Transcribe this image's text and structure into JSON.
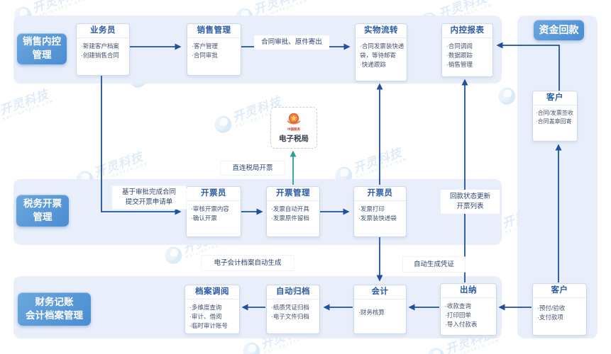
{
  "watermark": {
    "text": "开灵科技",
    "sub": "KAILINGTECH.COM"
  },
  "section_headers": {
    "sales": {
      "line1": "销售内控",
      "line2": "管理"
    },
    "tax": {
      "line1": "税务开票",
      "line2": "管理"
    },
    "finance": {
      "line1": "财务记账",
      "line2": "会计档案管理"
    },
    "funds": {
      "label": "资金回款"
    }
  },
  "boxes": {
    "salesman": {
      "title": "业务员",
      "items": [
        "·新建客户档案",
        "·创建销售合同"
      ]
    },
    "sales_mgmt": {
      "title": "销售管理",
      "items": [
        "·客户管理",
        "·合同审批"
      ]
    },
    "physical_flow": {
      "title": "实物流转",
      "items": [
        "·合同发票装快递袋，等待邮寄",
        "·快递跟踪"
      ]
    },
    "control_report": {
      "title": "内控报表",
      "items": [
        "·合同调阅",
        "·数据跟踪",
        "·销售管理"
      ]
    },
    "customer_upper": {
      "title": "客户",
      "items": [
        "·合同/发票签收",
        "·合同盖章回寄"
      ]
    },
    "clerk_review": {
      "title": "开票员",
      "items": [
        "·审核开票内容",
        "·确认开票"
      ]
    },
    "invoice_mgmt": {
      "title": "开票管理",
      "items": [
        "·发票自动开具",
        "·发票原件留档"
      ]
    },
    "clerk_print": {
      "title": "开票员",
      "items": [
        "·发票打印",
        "·发票装快递袋"
      ]
    },
    "archive_view": {
      "title": "档案调阅",
      "items": [
        "·多维度查询",
        "·审计、借阅",
        "·临时审计账号"
      ]
    },
    "auto_archive": {
      "title": "自动归档",
      "items": [
        "·纸质凭证归档",
        "·电子文件归档"
      ]
    },
    "accountant": {
      "title": "会计",
      "items": [
        "·财务核算"
      ]
    },
    "cashier": {
      "title": "出纳",
      "items": [
        "·收款查询",
        "·打印回单",
        "·导入付款表"
      ]
    },
    "customer_lower": {
      "title": "客户",
      "items": [
        "·预付/验收",
        "·支付款项"
      ]
    },
    "etax": {
      "title": "电子税局",
      "emblem_text": "中国税务"
    }
  },
  "labels": {
    "contract_send": "合同审批、原件寄出",
    "submit_line1": "基于审批完成合同",
    "submit_line2": "提交开票申请单",
    "direct_invoice": "直连税局开票",
    "status_line1": "回款状态更新",
    "status_line2": "开票列表",
    "earchive": "电子会计档案自动生成",
    "voucher": "自动生成凭证"
  },
  "colors": {
    "header_blue_1": "#6ba7de",
    "header_blue_2": "#4a8dd2",
    "panel_bg": "#e9effa",
    "arrow_navy": "#20509e",
    "arrow_teal": "#2aa198",
    "title_blue": "#2b5aa7"
  }
}
